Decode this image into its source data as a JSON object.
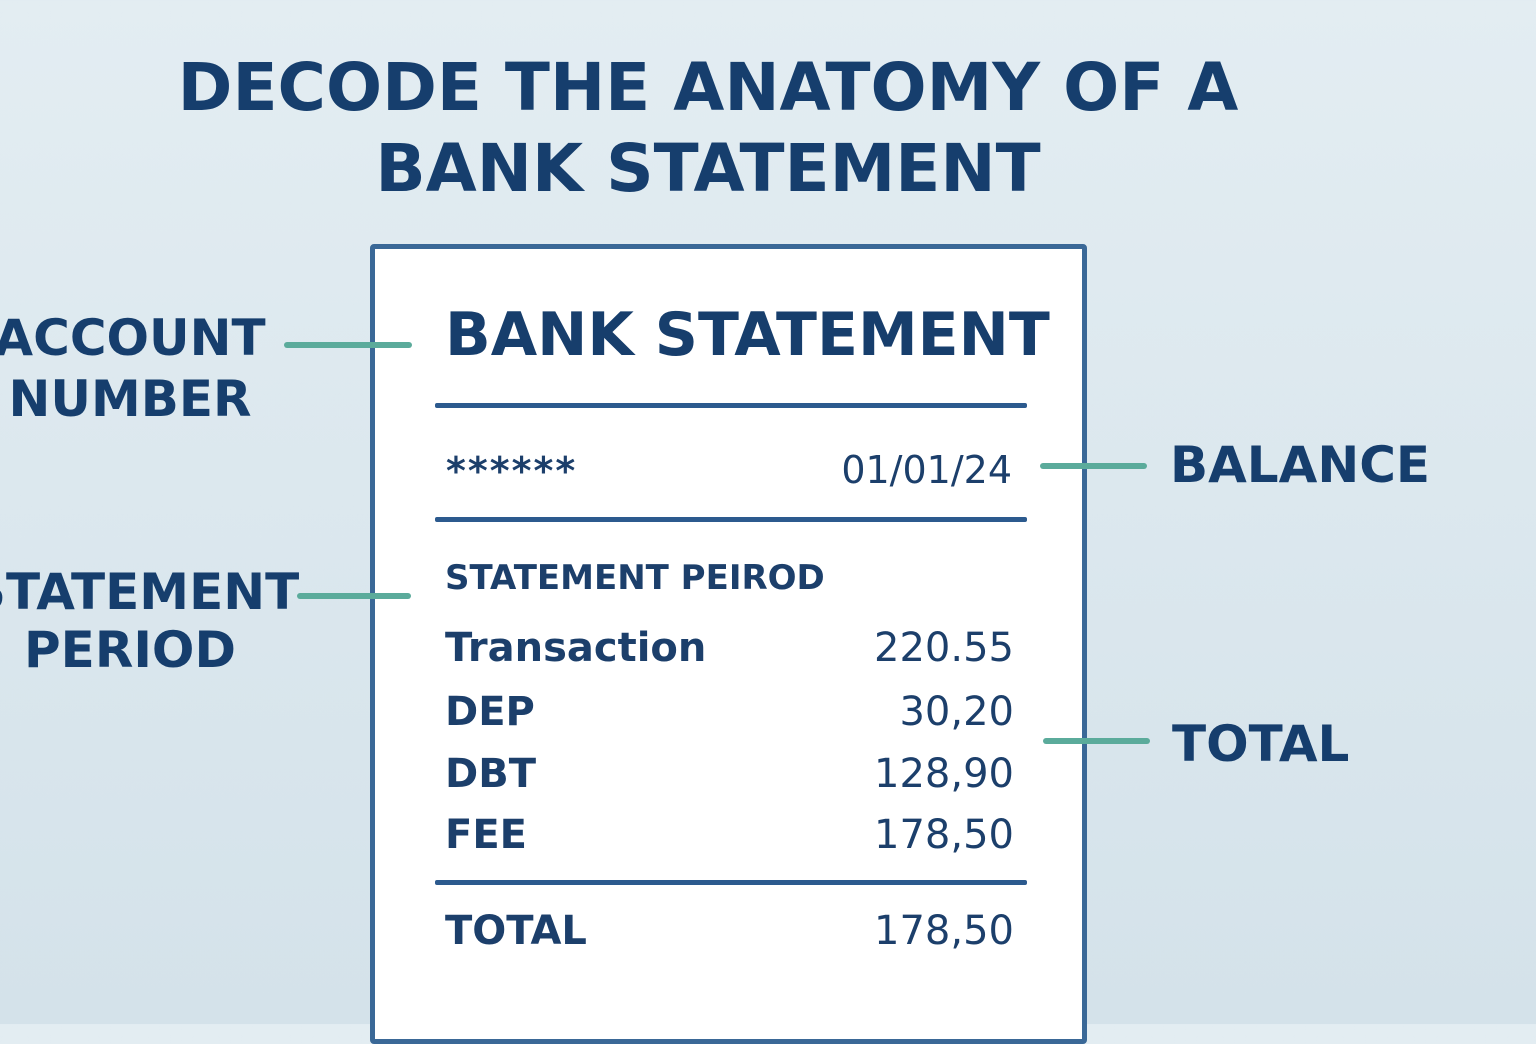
{
  "title": {
    "line1": "DECODE THE ANATOMY OF A",
    "line2": "BANK STATEMENT"
  },
  "statement": {
    "heading": "BANK STATEMENT",
    "account_mask": "******",
    "date": "01/01/24",
    "period_label": "STATEMENT PEIROD",
    "rows": [
      {
        "label": "Transaction",
        "value": "220.55"
      },
      {
        "label": "DEP",
        "value": "30,20"
      },
      {
        "label": "DBT",
        "value": "128,90"
      },
      {
        "label": "FEE",
        "value": "178,50"
      }
    ],
    "total_label": "TOTAL",
    "total_value": "178,50"
  },
  "callouts": {
    "account_number": {
      "line1": "ACCOUNT",
      "line2": "NUMBER"
    },
    "statement_period": {
      "line1": "STATEMENT",
      "line2": "PERIOD"
    },
    "balance": "BALANCE",
    "total": "TOTAL"
  },
  "colors": {
    "text": "#163e6d",
    "card_border": "#3a6897",
    "connector": "#5bab9b",
    "background": "#dde8ee"
  }
}
